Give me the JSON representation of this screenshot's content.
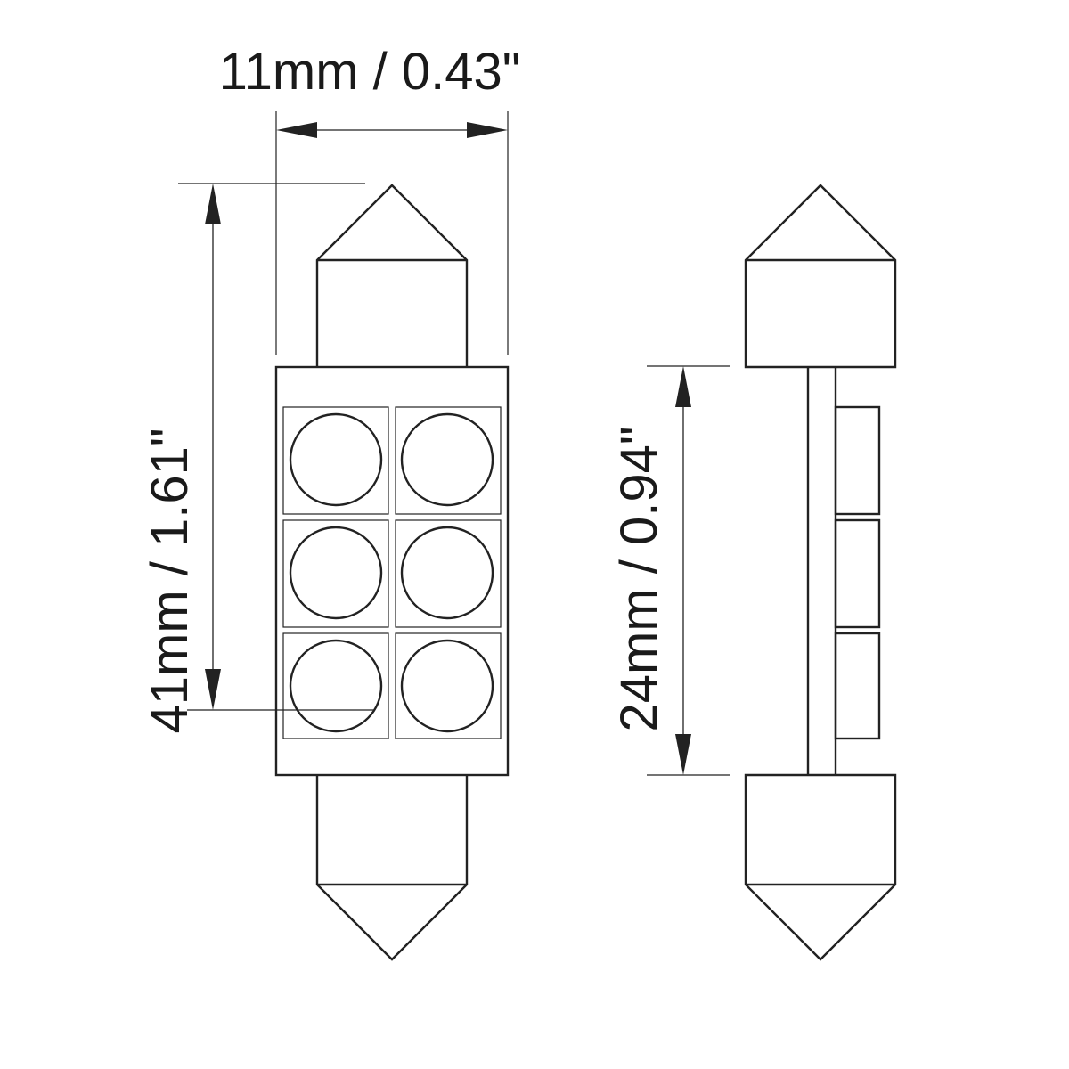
{
  "dimensions": {
    "width_label": "11mm / 0.43\"",
    "length_label": "41mm / 1.61\"",
    "body_length_label": "24mm / 0.94\""
  },
  "front_view": {
    "led_count": 6,
    "led_grid": {
      "columns": 2,
      "rows": 3
    }
  },
  "side_view": {
    "led_count": 3
  },
  "colors": {
    "line": "#222222",
    "background": "#ffffff"
  }
}
